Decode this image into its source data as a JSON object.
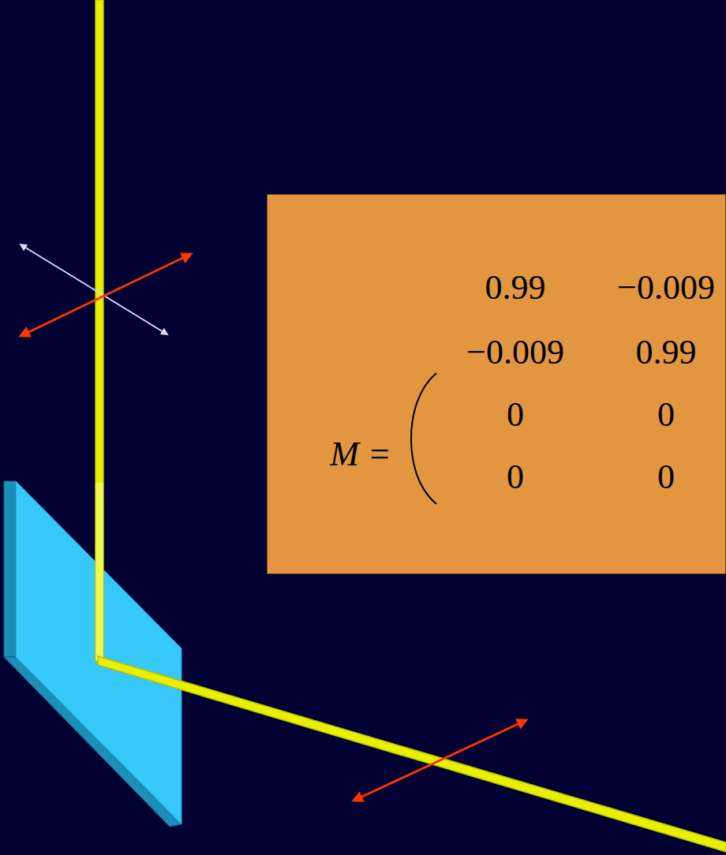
{
  "diagram": {
    "nodes": [
      {
        "text": [
          "M =",
          "0.99",
          "−0.009",
          "−0.009",
          "0.99",
          "0",
          "0",
          "0",
          "0"
        ]
      }
    ]
  }
}
